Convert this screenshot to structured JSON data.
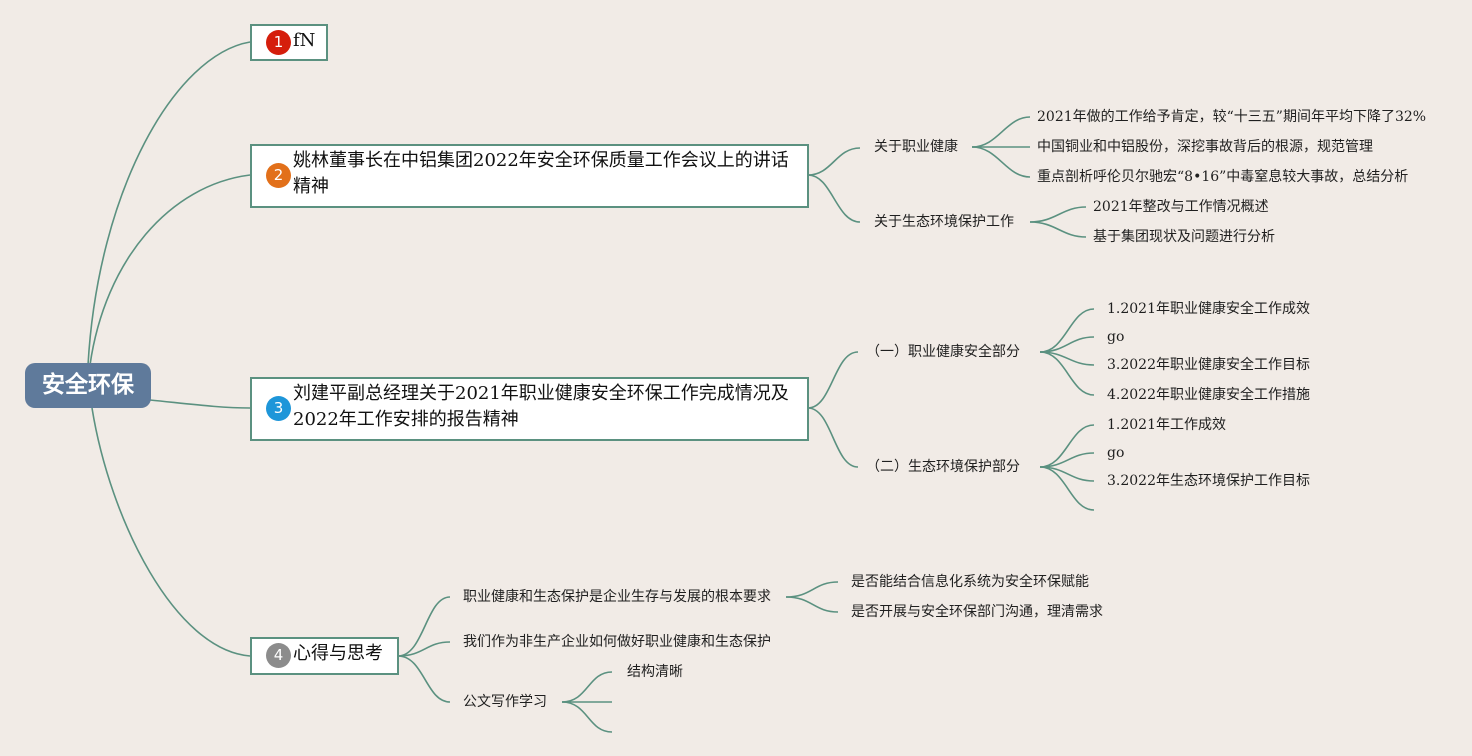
{
  "root": {
    "label": "安全环保",
    "color": "#5f7a9b"
  },
  "line_color": "#5b9180",
  "branches": [
    {
      "number": "1",
      "badge_color": "#d51e0c",
      "title": "fN"
    },
    {
      "number": "2",
      "badge_color": "#e2701a",
      "title": "姚林董事长在中铝集团2022年安全环保质量工作会议上的讲话精神"
    },
    {
      "number": "3",
      "badge_color": "#1e96d9",
      "title": "刘建平副总经理关于2021年职业健康安全环保工作完成情况及2022年工作安排的报告精神"
    },
    {
      "number": "4",
      "badge_color": "#8c8c8c",
      "title": "心得与思考"
    }
  ],
  "topics": {
    "b2_t1": "关于职业健康",
    "b2_t1_c1": "2021年做的工作给予肯定，较“十三五”期间年平均下降了32%",
    "b2_t1_c2": "中国铜业和中铝股份，深挖事故背后的根源，规范管理",
    "b2_t1_c3": "重点剖析呼伦贝尔驰宏“8•16”中毒窒息较大事故，总结分析",
    "b2_t2": "关于生态环境保护工作",
    "b2_t2_c1": "2021年整改与工作情况概述",
    "b2_t2_c2": "基于集团现状及问题进行分析",
    "b3_t1": "（一）职业健康安全部分",
    "b3_t1_c1": "1.2021年职业健康安全工作成效",
    "b3_t1_c2": "go",
    "b3_t1_c3": "3.2022年职业健康安全工作目标",
    "b3_t1_c4": "4.2022年职业健康安全工作措施",
    "b3_t2": "（二）生态环境保护部分",
    "b3_t2_c1": "1.2021年工作成效",
    "b3_t2_c2": "go",
    "b3_t2_c3": "3.2022年生态环境保护工作目标",
    "b4_t1": "职业健康和生态保护是企业生存与发展的根本要求",
    "b4_t1_c1": "是否能结合信息化系统为安全环保赋能",
    "b4_t1_c2": "是否开展与安全环保部门沟通，理清需求",
    "b4_t2": "我们作为非生产企业如何做好职业健康和生态保护",
    "b4_t3": "公文写作学习",
    "b4_t3_c1": "结构清晰"
  }
}
